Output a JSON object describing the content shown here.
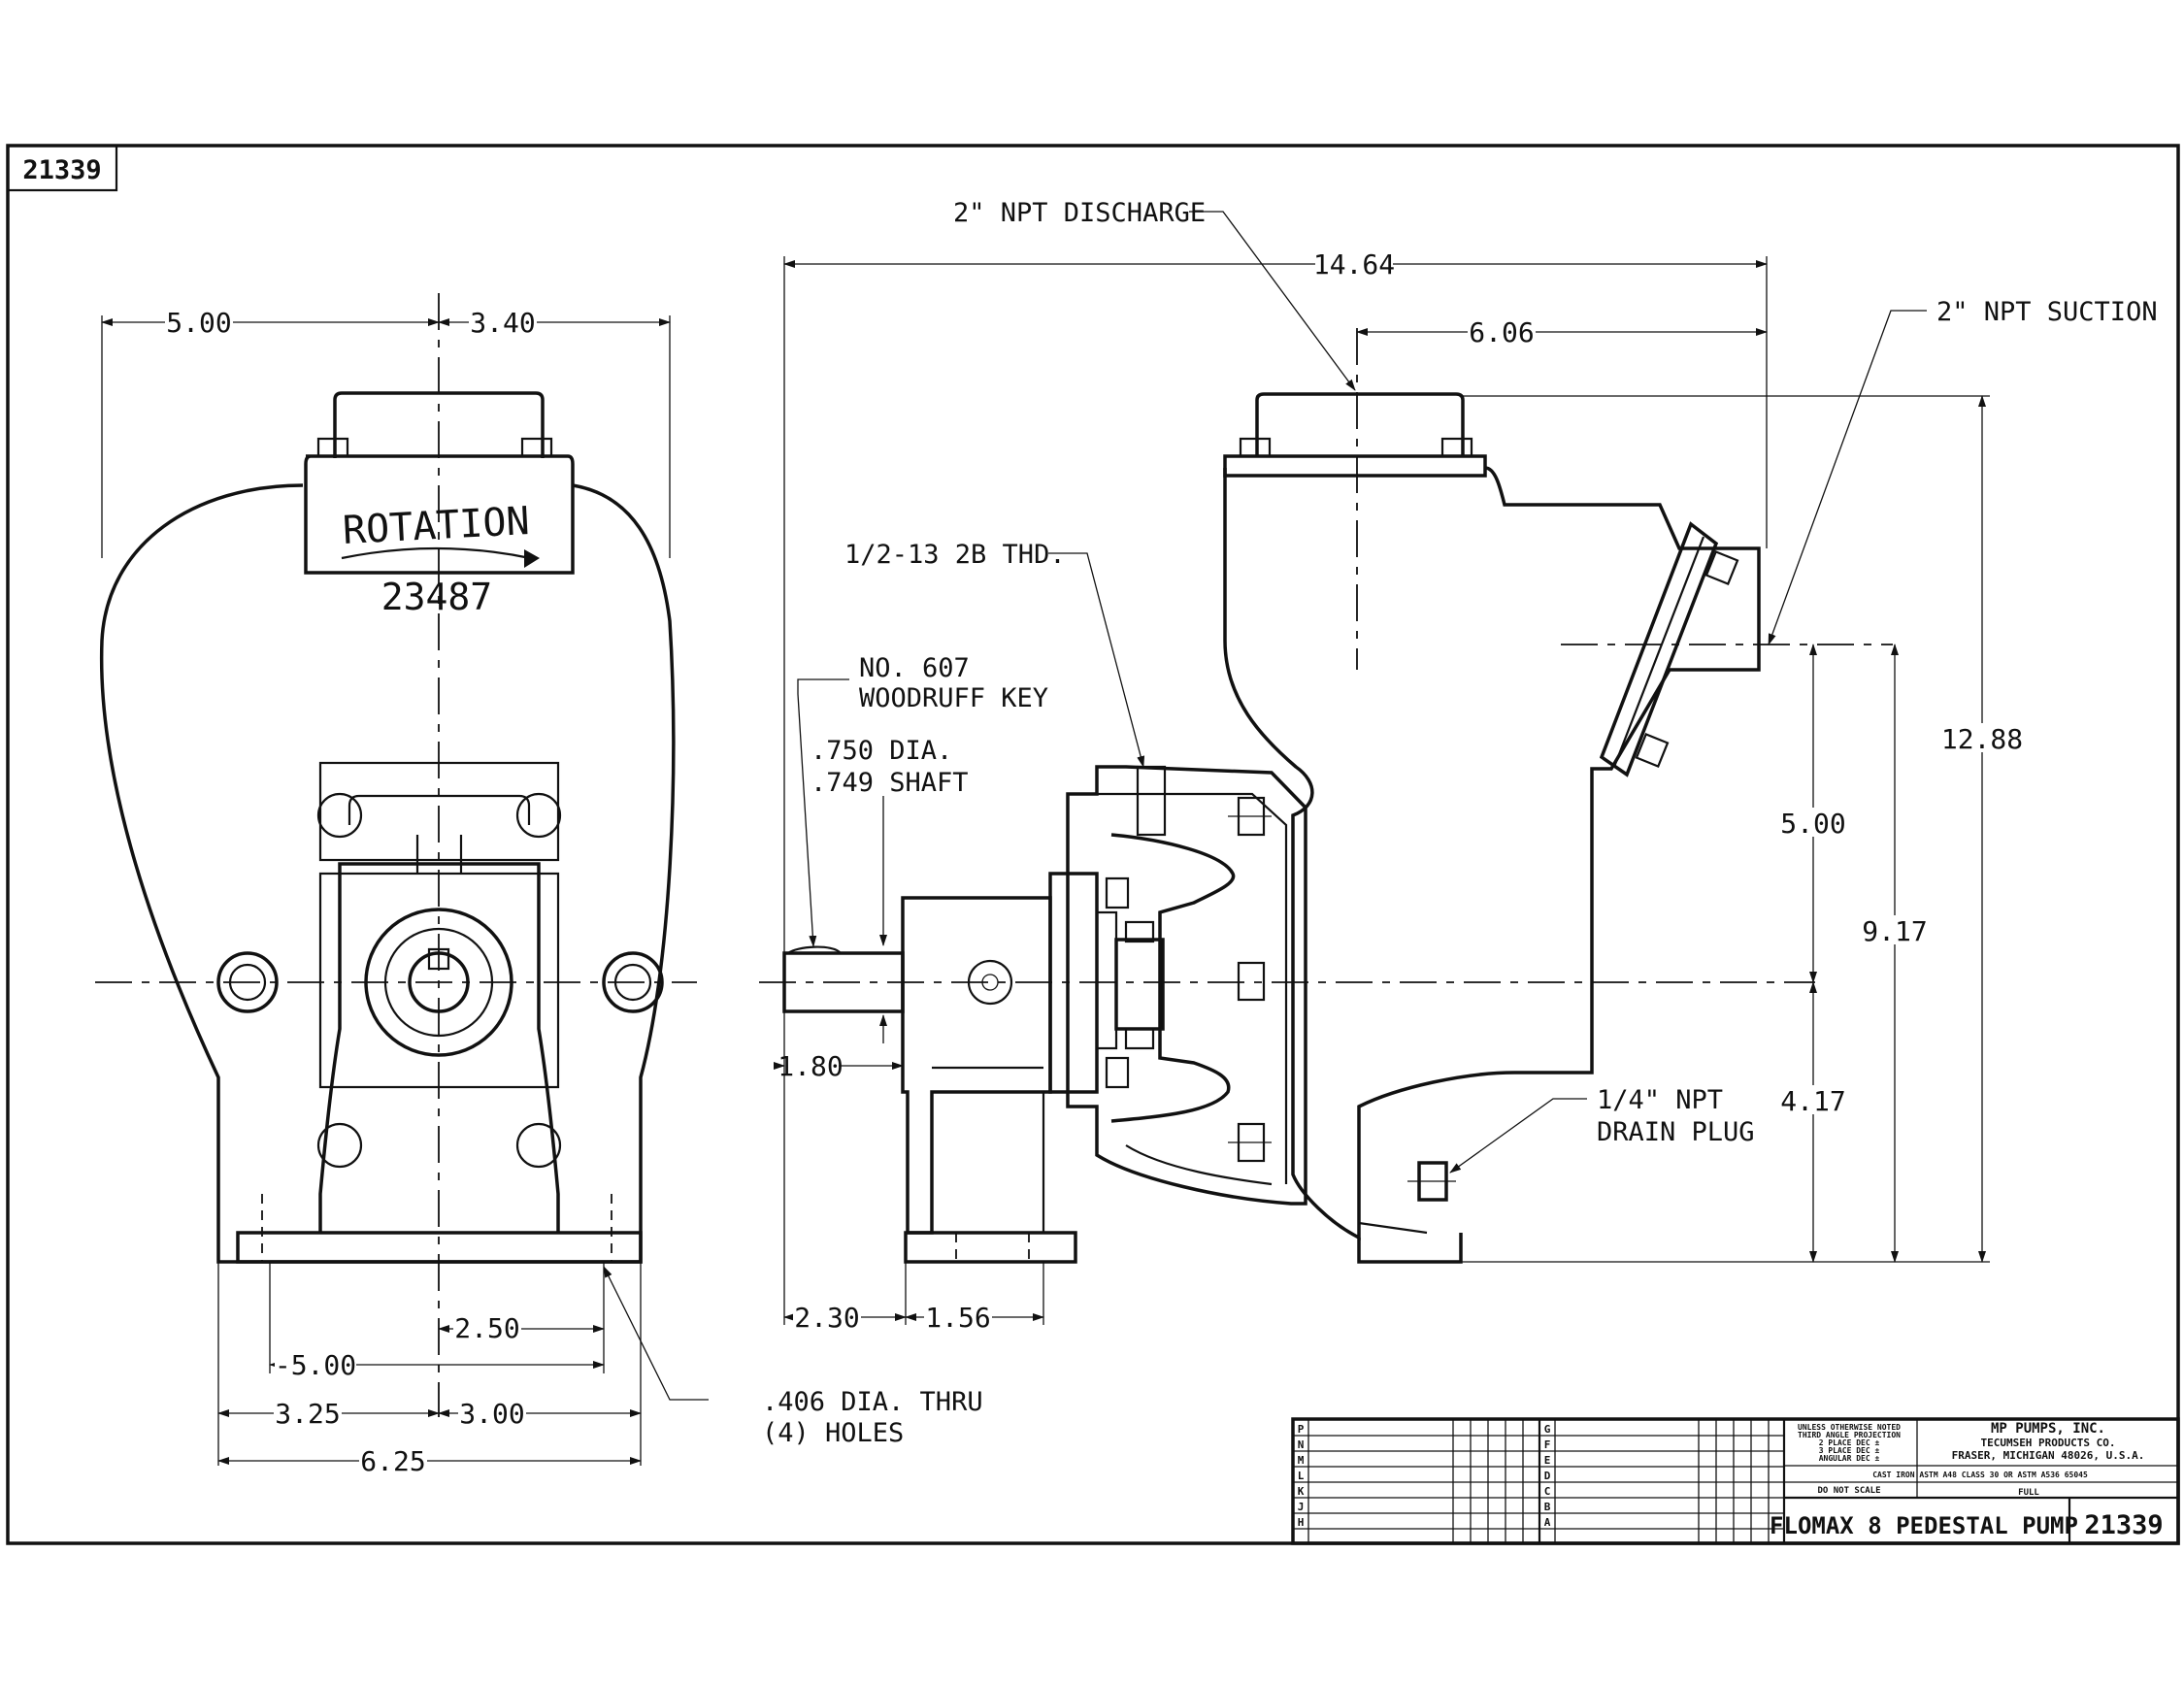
{
  "drawing_number": "21339",
  "left_view": {
    "rotation_label": "ROTATION",
    "part_number": "23487",
    "dims": {
      "width_left": "5.00",
      "width_right": "3.40",
      "bolt_span": "-5.00",
      "bolt_half": "2.50",
      "base_left": "3.25",
      "base_right": "3.00",
      "base_total": "6.25"
    },
    "hole_callout": {
      "line1": ".406 DIA. THRU",
      "line2": "(4) HOLES"
    }
  },
  "right_view": {
    "dims": {
      "overall_length": "14.64",
      "discharge_offset": "6.06",
      "overall_height": "12.88",
      "suction_height": "5.00",
      "suction_from_base": "9.17",
      "shaft_height": "4.17",
      "shaft_ext": "1.80",
      "base_offset": "2.30",
      "foot_width": "1.56"
    },
    "callouts": {
      "discharge": "2\" NPT DISCHARGE",
      "suction": "2\" NPT SUCTION",
      "thread": "1/2-13 2B THD.",
      "key_line1": "NO. 607",
      "key_line2": "WOODRUFF KEY",
      "shaft_line1": ".750 DIA.",
      "shaft_line2": ".749 SHAFT",
      "drain_line1": "1/4\" NPT",
      "drain_line2": "DRAIN PLUG"
    }
  },
  "title_block": {
    "company": "MP PUMPS, INC.",
    "division": "TECUMSEH PRODUCTS CO.",
    "address": "FRASER, MICHIGAN  48026, U.S.A.",
    "tolerance_lines": [
      "UNLESS OTHERWISE NOTED",
      "THIRD ANGLE PROJECTION",
      "2 PLACE DEC ±",
      "3 PLACE DEC ±",
      "ANGULAR DEC ±"
    ],
    "material": "CAST IRON  ASTM A48 CLASS 30 OR ASTM A536 65045",
    "do_not_scale": "DO NOT SCALE",
    "scale": "FULL",
    "drawing_title": "FLOMAX 8 PEDESTAL PUMP",
    "rev_left": [
      "P",
      "N",
      "M",
      "L",
      "K",
      "J",
      "H"
    ],
    "rev_right": [
      "G",
      "F",
      "E",
      "D",
      "C",
      "B",
      "A"
    ]
  }
}
